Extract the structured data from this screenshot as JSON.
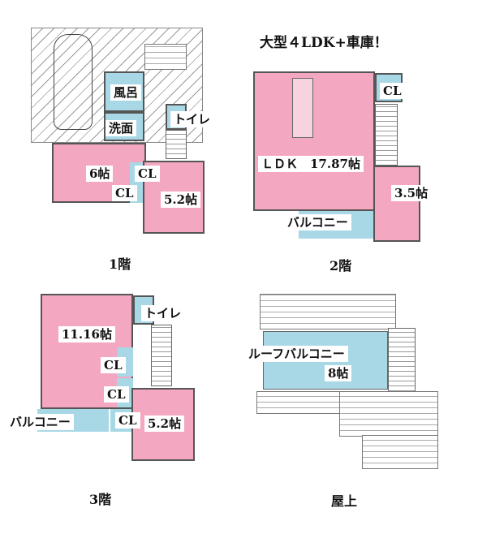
{
  "headline": "大型４LDK+車庫！",
  "colors": {
    "room": "#f4a7c0",
    "wet_area": "#a8d8e6",
    "label_bg": "#ffffff"
  },
  "floors": [
    {
      "title": "1階",
      "rooms": [
        {
          "label": "風呂"
        },
        {
          "label": "洗面"
        },
        {
          "label": "トイレ"
        },
        {
          "label": "6帖"
        },
        {
          "label": "CL"
        },
        {
          "label": "CL"
        },
        {
          "label": "5.2帖"
        }
      ]
    },
    {
      "title": "2階",
      "rooms": [
        {
          "label": "CL"
        },
        {
          "label": "ＬＤＫ　17.87帖"
        },
        {
          "label": "3.5帖"
        },
        {
          "label": "バルコニー"
        }
      ]
    },
    {
      "title": "3階",
      "rooms": [
        {
          "label": "11.16帖"
        },
        {
          "label": "トイレ"
        },
        {
          "label": "CL"
        },
        {
          "label": "CL"
        },
        {
          "label": "CL"
        },
        {
          "label": "5.2帖"
        },
        {
          "label": "バルコニー"
        }
      ]
    },
    {
      "title": "屋上",
      "rooms": [
        {
          "label": "ルーフバルコニー"
        },
        {
          "label": "8帖"
        }
      ]
    }
  ]
}
